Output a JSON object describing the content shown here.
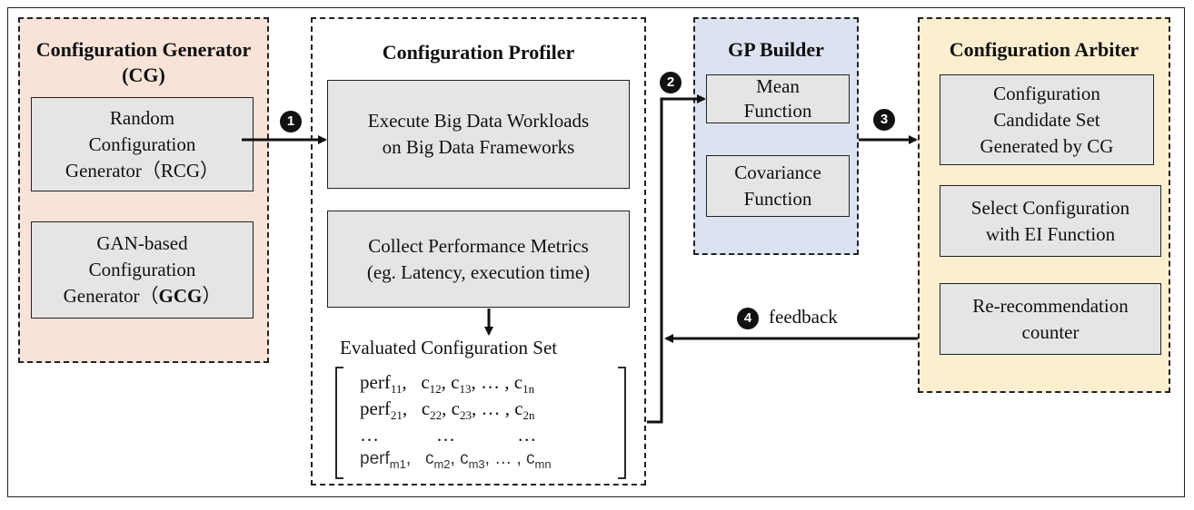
{
  "cg": {
    "title_line1": "Configuration Generator",
    "title_line2": "(CG)",
    "rcg_lines": [
      "Random",
      "Configuration",
      "Generator（RCG）"
    ],
    "gcg_lines": [
      "GAN-based",
      "Configuration"
    ],
    "gcg_line3_prefix": "Generator（",
    "gcg_line3_bold": "GCG",
    "gcg_line3_suffix": "）",
    "bg_color": "#f9e3d8"
  },
  "profiler": {
    "title": "Configuration Profiler",
    "execute_lines": [
      "Execute Big Data Workloads",
      "on Big Data Frameworks"
    ],
    "collect_lines": [
      "Collect Performance Metrics",
      "(eg. Latency, execution time)"
    ],
    "set_label": "Evaluated Configuration Set",
    "matrix": {
      "row1": {
        "perf": "perf",
        "perf_sub": "11",
        "c1": "c",
        "c1_sub": "12",
        "c2": "c",
        "c2_sub": "13",
        "dots": "… ,",
        "cn": "c",
        "cn_sub": "1n"
      },
      "row2": {
        "perf": "perf",
        "perf_sub": "21",
        "c1": "c",
        "c1_sub": "22",
        "c2": "c",
        "c2_sub": "23",
        "dots": "… ,",
        "cn": "c",
        "cn_sub": "2n"
      },
      "row3": {
        "a": "…",
        "b": "…",
        "c": "…"
      },
      "row4": {
        "perf": "perf",
        "perf_sub": "m1",
        "c1": "c",
        "c1_sub": "m2",
        "c2": "c",
        "c2_sub": "m3",
        "dots": "… ,",
        "cn": "c",
        "cn_sub": "mn"
      }
    }
  },
  "gp": {
    "title": "GP Builder",
    "mean_lines": [
      "Mean",
      "Function"
    ],
    "cov_lines": [
      "Covariance",
      "Function"
    ],
    "bg_color": "#dbe3f1"
  },
  "arbiter": {
    "title": "Configuration Arbiter",
    "candidate_lines": [
      "Configuration",
      "Candidate Set",
      "Generated by CG"
    ],
    "select_lines": [
      "Select Configuration",
      "with EI Function"
    ],
    "rerec_lines": [
      "Re-recommendation",
      "counter"
    ],
    "bg_color": "#fcefd0"
  },
  "steps": {
    "s1": "1",
    "s2": "2",
    "s3": "3",
    "s4": "4",
    "feedback": "feedback"
  }
}
